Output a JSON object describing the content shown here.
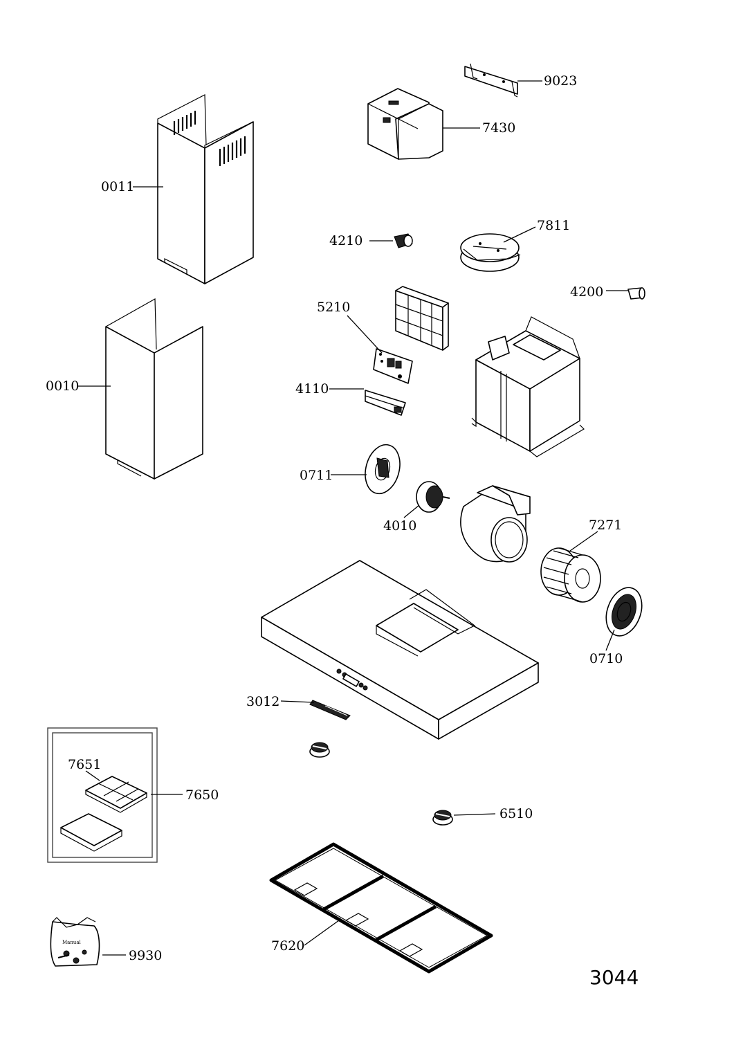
{
  "document_number": "3044",
  "parts": [
    {
      "id": "chimney_upper",
      "label": "0011"
    },
    {
      "id": "chimney_lower",
      "label": "0010"
    },
    {
      "id": "wall_bracket",
      "label": "9023"
    },
    {
      "id": "air_deflector",
      "label": "7430"
    },
    {
      "id": "check_valve",
      "label": "7811"
    },
    {
      "id": "lamp_holder",
      "label": "4210"
    },
    {
      "id": "lamp",
      "label": "4200"
    },
    {
      "id": "control_board",
      "label": "5210"
    },
    {
      "id": "switch_cover",
      "label": "4110"
    },
    {
      "id": "motor_plate",
      "label": "0711"
    },
    {
      "id": "motor",
      "label": "4010"
    },
    {
      "id": "fan_wheel",
      "label": "7271"
    },
    {
      "id": "inlet_ring",
      "label": "0710"
    },
    {
      "id": "push_button",
      "label": "3012"
    },
    {
      "id": "knob",
      "label": "6510"
    },
    {
      "id": "filter_kit",
      "label": "7650"
    },
    {
      "id": "filter_frame",
      "label": "7651"
    },
    {
      "id": "grease_filter",
      "label": "7620"
    },
    {
      "id": "screw_bag",
      "label": "9930"
    }
  ]
}
